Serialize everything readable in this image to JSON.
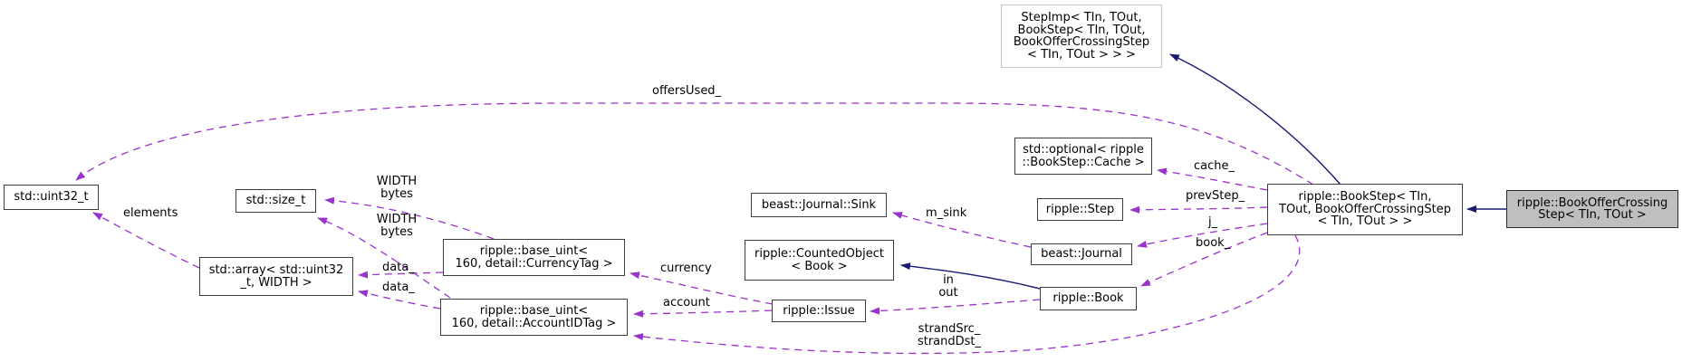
{
  "diagram_title": "ripple::BookOfferCrossingStep collaboration graph",
  "colors": {
    "background": "#ffffff",
    "node_border": "#3d3d3d",
    "node_border_undocumented": "#c4c4c4",
    "current_node_fill": "#bfbfbf",
    "usage_edge": "#9a32cd",
    "inheritance_edge": "#191970",
    "text": "#000000"
  },
  "nodes": {
    "uint32": {
      "lines": [
        "std::uint32_t"
      ]
    },
    "size_t": {
      "lines": [
        "std::size_t"
      ]
    },
    "array": {
      "lines": [
        "std::array< std::uint32",
        "_t, WIDTH >"
      ]
    },
    "base_currency": {
      "lines": [
        "ripple::base_uint<",
        "160, detail::CurrencyTag >"
      ]
    },
    "base_account": {
      "lines": [
        "ripple::base_uint<",
        "160, detail::AccountIDTag >"
      ]
    },
    "sink": {
      "lines": [
        "beast::Journal::Sink"
      ]
    },
    "counted": {
      "lines": [
        "ripple::CountedObject",
        "< Book >"
      ]
    },
    "issue": {
      "lines": [
        "ripple::Issue"
      ]
    },
    "optional": {
      "lines": [
        "std::optional< ripple",
        "::BookStep::Cache >"
      ]
    },
    "step": {
      "lines": [
        "ripple::Step"
      ]
    },
    "journal": {
      "lines": [
        "beast::Journal"
      ]
    },
    "book": {
      "lines": [
        "ripple::Book"
      ]
    },
    "stepimp": {
      "lines": [
        "StepImp< TIn, TOut,",
        "BookStep< TIn, TOut,",
        "BookOfferCrossingStep",
        "< TIn, TOut > > >"
      ]
    },
    "bookstep": {
      "lines": [
        "ripple::BookStep< TIn,",
        "TOut, BookOfferCrossingStep",
        "< TIn, TOut > >"
      ]
    },
    "bookoffer": {
      "lines": [
        "ripple::BookOfferCrossing",
        "Step< TIn, TOut >"
      ]
    }
  },
  "edge_labels": {
    "offers_used": "offersUsed_",
    "elements": "elements",
    "width_bytes_top": [
      "WIDTH",
      "bytes"
    ],
    "width_bytes_bottom": [
      "WIDTH",
      "bytes"
    ],
    "data_top": "data_",
    "data_bottom": "data_",
    "currency": "currency",
    "account": "account",
    "m_sink": "m_sink",
    "cache": "cache_",
    "prev_step": "prevStep_",
    "j": "j_",
    "book": "book_",
    "in_out": [
      "in",
      "out"
    ],
    "strand": [
      "strandSrc_",
      "strandDst_"
    ]
  },
  "edges": [
    {
      "from": "bookstep",
      "to": "uint32",
      "label": "offersUsed_",
      "style": "dashed"
    },
    {
      "from": "bookstep",
      "to": "optional",
      "label": "cache_",
      "style": "dashed"
    },
    {
      "from": "bookstep",
      "to": "step",
      "label": "prevStep_",
      "style": "dashed"
    },
    {
      "from": "bookstep",
      "to": "journal",
      "label": "j_",
      "style": "dashed"
    },
    {
      "from": "bookstep",
      "to": "book",
      "label": "book_",
      "style": "dashed"
    },
    {
      "from": "bookstep",
      "to": "base_account",
      "label": "strandSrc_ strandDst_",
      "style": "dashed"
    },
    {
      "from": "book",
      "to": "issue",
      "label": "in out",
      "style": "dashed"
    },
    {
      "from": "book",
      "to": "counted",
      "label": "",
      "style": "solid"
    },
    {
      "from": "issue",
      "to": "base_currency",
      "label": "currency",
      "style": "dashed"
    },
    {
      "from": "issue",
      "to": "base_account",
      "label": "account",
      "style": "dashed"
    },
    {
      "from": "journal",
      "to": "sink",
      "label": "m_sink",
      "style": "dashed"
    },
    {
      "from": "base_currency",
      "to": "array",
      "label": "data_",
      "style": "dashed"
    },
    {
      "from": "base_account",
      "to": "array",
      "label": "data_",
      "style": "dashed"
    },
    {
      "from": "base_currency",
      "to": "size_t",
      "label": "WIDTH bytes",
      "style": "dashed"
    },
    {
      "from": "base_account",
      "to": "size_t",
      "label": "WIDTH bytes",
      "style": "dashed"
    },
    {
      "from": "array",
      "to": "uint32",
      "label": "elements",
      "style": "dashed"
    },
    {
      "from": "bookoffer",
      "to": "bookstep",
      "label": "",
      "style": "solid"
    },
    {
      "from": "bookstep",
      "to": "stepimp",
      "label": "",
      "style": "solid"
    }
  ]
}
